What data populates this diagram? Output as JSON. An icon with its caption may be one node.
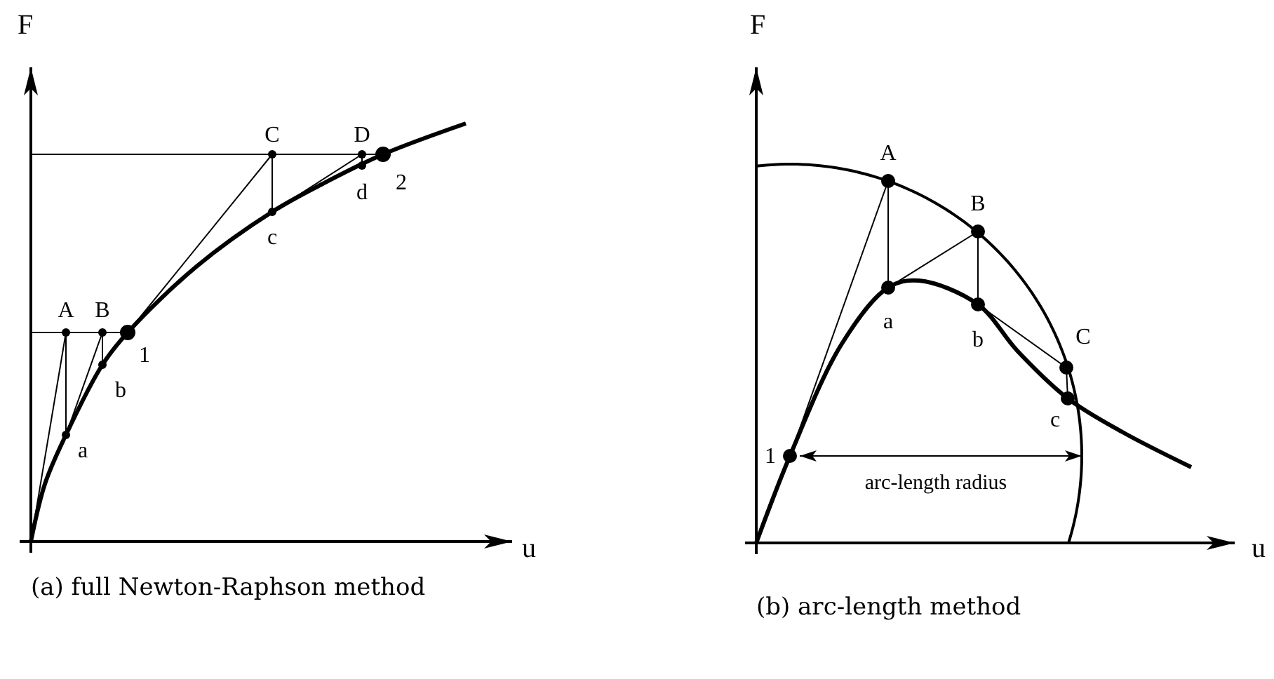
{
  "diagram": {
    "labels": [
      "F",
      "C",
      "D",
      "d",
      "2",
      "c",
      "A",
      "B",
      "1",
      "b",
      "a",
      "u",
      "(a) full Newton-Raphson method",
      "F",
      "A",
      "B",
      "a",
      "b",
      "C",
      "c",
      "1",
      "arc-length radius",
      "u",
      "(b) arc-length method"
    ]
  }
}
